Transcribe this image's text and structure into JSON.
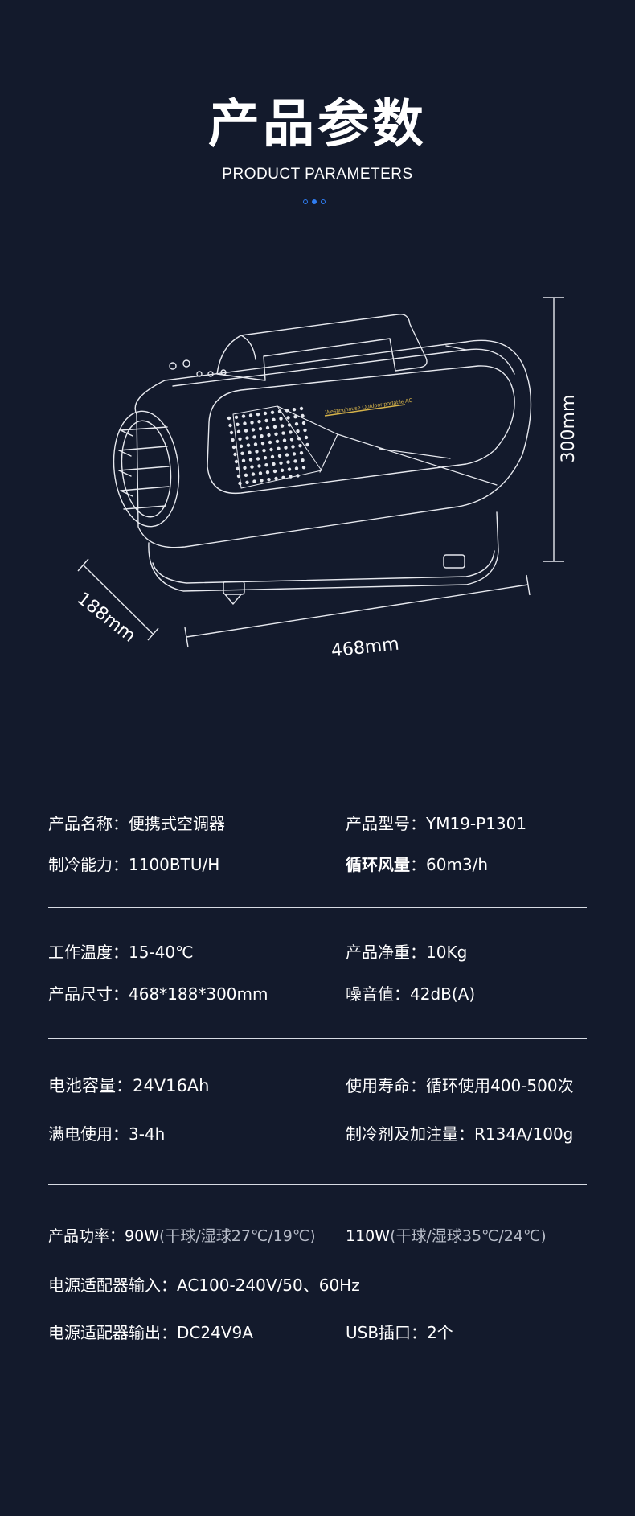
{
  "header": {
    "title": "产品参数",
    "subtitle": "PRODUCT PARAMETERS"
  },
  "diagram": {
    "brand_text": "Westinghouse Outdoor portable AC",
    "depth_label": "188mm",
    "width_label": "468mm",
    "height_label": "300mm"
  },
  "specs": {
    "name_label": "产品名称：",
    "name_value": "便携式空调器",
    "model_label": "产品型号：",
    "model_value": "YM19-P1301",
    "cooling_label": "制冷能力：",
    "cooling_value": "1100BTU/H",
    "airflow_label": "循环风量",
    "airflow_colon": "：",
    "airflow_value": "60m3/h",
    "temp_label": "工作温度：",
    "temp_value": "15-40℃",
    "weight_label": "产品净重：",
    "weight_value": "10Kg",
    "size_label": "产品尺寸：",
    "size_value": "468*188*300mm",
    "noise_label": "噪音值：",
    "noise_value": "42dB(A)",
    "battery_label": "电池容量：",
    "battery_value": "24V16Ah",
    "life_label": "使用寿命：",
    "life_value": "循环使用400-500次",
    "runtime_label": "满电使用：",
    "runtime_value": "3-4h",
    "refrigerant_label": "制冷剂及加注量：",
    "refrigerant_value": "R134A/100g",
    "power_label": "产品功率：",
    "power_value1": "90W",
    "power_note1": "(干球/湿球27℃/19℃)",
    "power_value2": "110W",
    "power_note2": "(干球/湿球35℃/24℃)",
    "adapter_in_label": "电源适配器输入：",
    "adapter_in_value": "AC100-240V/50、60Hz",
    "adapter_out_label": "电源适配器输出：",
    "adapter_out_value": "DC24V9A",
    "usb_label": "USB插口：",
    "usb_value": "2个"
  },
  "colors": {
    "background": "#131a2c",
    "accent_dots": "#2f7df2",
    "brand_stripe": "#d6b34a"
  }
}
